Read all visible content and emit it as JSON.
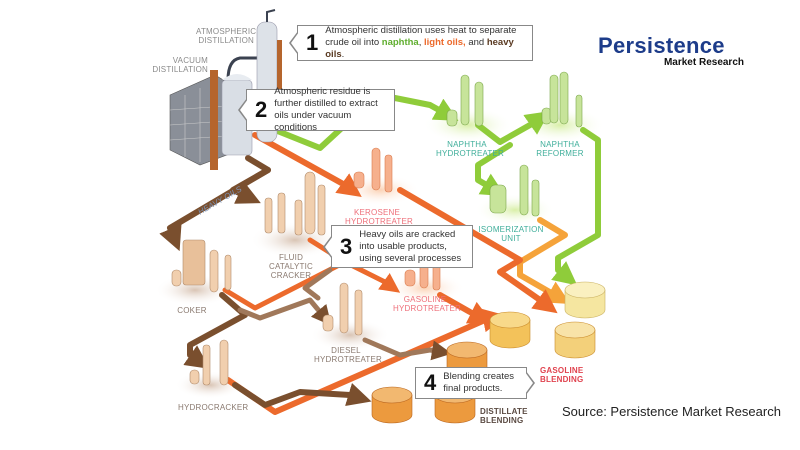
{
  "callouts": [
    {
      "number": "1",
      "text_before": "Atmospheric distillation uses heat to separate crude oil into ",
      "naphtha": "naphtha",
      "sep1": ", ",
      "light_oils": "light oils,",
      "sep2": " and ",
      "heavy_oils": "heavy oils",
      "end": "."
    },
    {
      "number": "2",
      "text": "Atmospheric residue is further distilled to extract oils under vacuum conditions"
    },
    {
      "number": "3",
      "text": "Heavy oils are cracked into usable products, using several processes"
    },
    {
      "number": "4",
      "text": "Blending creates final products."
    }
  ],
  "units": {
    "atmospheric_distillation": "Atmospheric Distillation",
    "vacuum_distillation": "Vacuum Distillation",
    "naphtha_hydrotreater": "Naphtha Hydrotreater",
    "naphtha_reformer": "Naphtha Reformer",
    "isomerization_unit": "Isomerization Unit",
    "kerosene_hydrotreater": "Kerosene Hydrotreater",
    "heavy_oils": "Heavy Oils",
    "fluid_catalytic_cracker": "Fluid Catalytic Cracker",
    "coker": "Coker",
    "gasoline_hydrotreater": "Gasoline Hydrotreater",
    "diesel_hydrotreater": "Diesel Hydrotreater",
    "hydrocracker": "Hydrocracker",
    "gasoline_blending": "Gasoline Blending",
    "distillate_blending": "Distillate Blending"
  },
  "logo": {
    "main": "Persistence",
    "sub": "Market Research"
  },
  "source": "Source: Persistence Market Research",
  "colors": {
    "naphtha": "#8fcc3a",
    "light_oils": "#ec6a2c",
    "heavy_oils": "#7a4f2e",
    "isomerate": "#f5a33a",
    "logo_blue": "#1d3c8a",
    "gasoline_label": "#e0434f"
  }
}
